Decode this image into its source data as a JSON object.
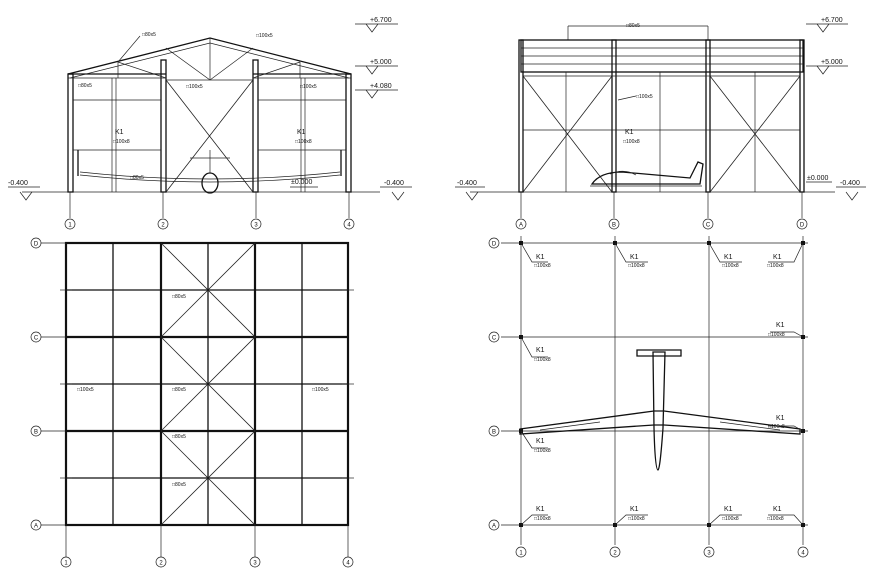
{
  "front_elevation": {
    "levels": [
      "+6.700",
      "+5.000",
      "+4.080"
    ],
    "ground_left": "-0.400",
    "ground_right": "-0.400",
    "zero_level": "±0.000",
    "column_label": "K1",
    "column_section": "□100x8",
    "members": [
      "□80x5",
      "□100x5",
      "□80x5",
      "□100x5",
      "□100x5",
      "□80x5"
    ],
    "axes": [
      "1",
      "2",
      "3",
      "4"
    ]
  },
  "side_elevation": {
    "levels": [
      "+6.700",
      "+5.000"
    ],
    "ground_left": "-0.400",
    "ground_right": "-0.400",
    "zero_level": "±0.000",
    "column_label": "K1",
    "column_section": "□100x8",
    "members": [
      "□80x5",
      "□100x5"
    ],
    "axes": [
      "A",
      "B",
      "C",
      "D"
    ]
  },
  "roof_plan": {
    "members": [
      "□80x5",
      "□80x5",
      "□100x5",
      "□80x5",
      "□100x5",
      "□80x5"
    ],
    "rows": [
      "D",
      "C",
      "B",
      "A"
    ],
    "cols": [
      "1",
      "2",
      "3",
      "4"
    ]
  },
  "column_plan": {
    "column_label": "K1",
    "column_section": "□100x8",
    "rows": [
      "D",
      "C",
      "B",
      "A"
    ],
    "cols": [
      "1",
      "2",
      "3",
      "4"
    ]
  }
}
